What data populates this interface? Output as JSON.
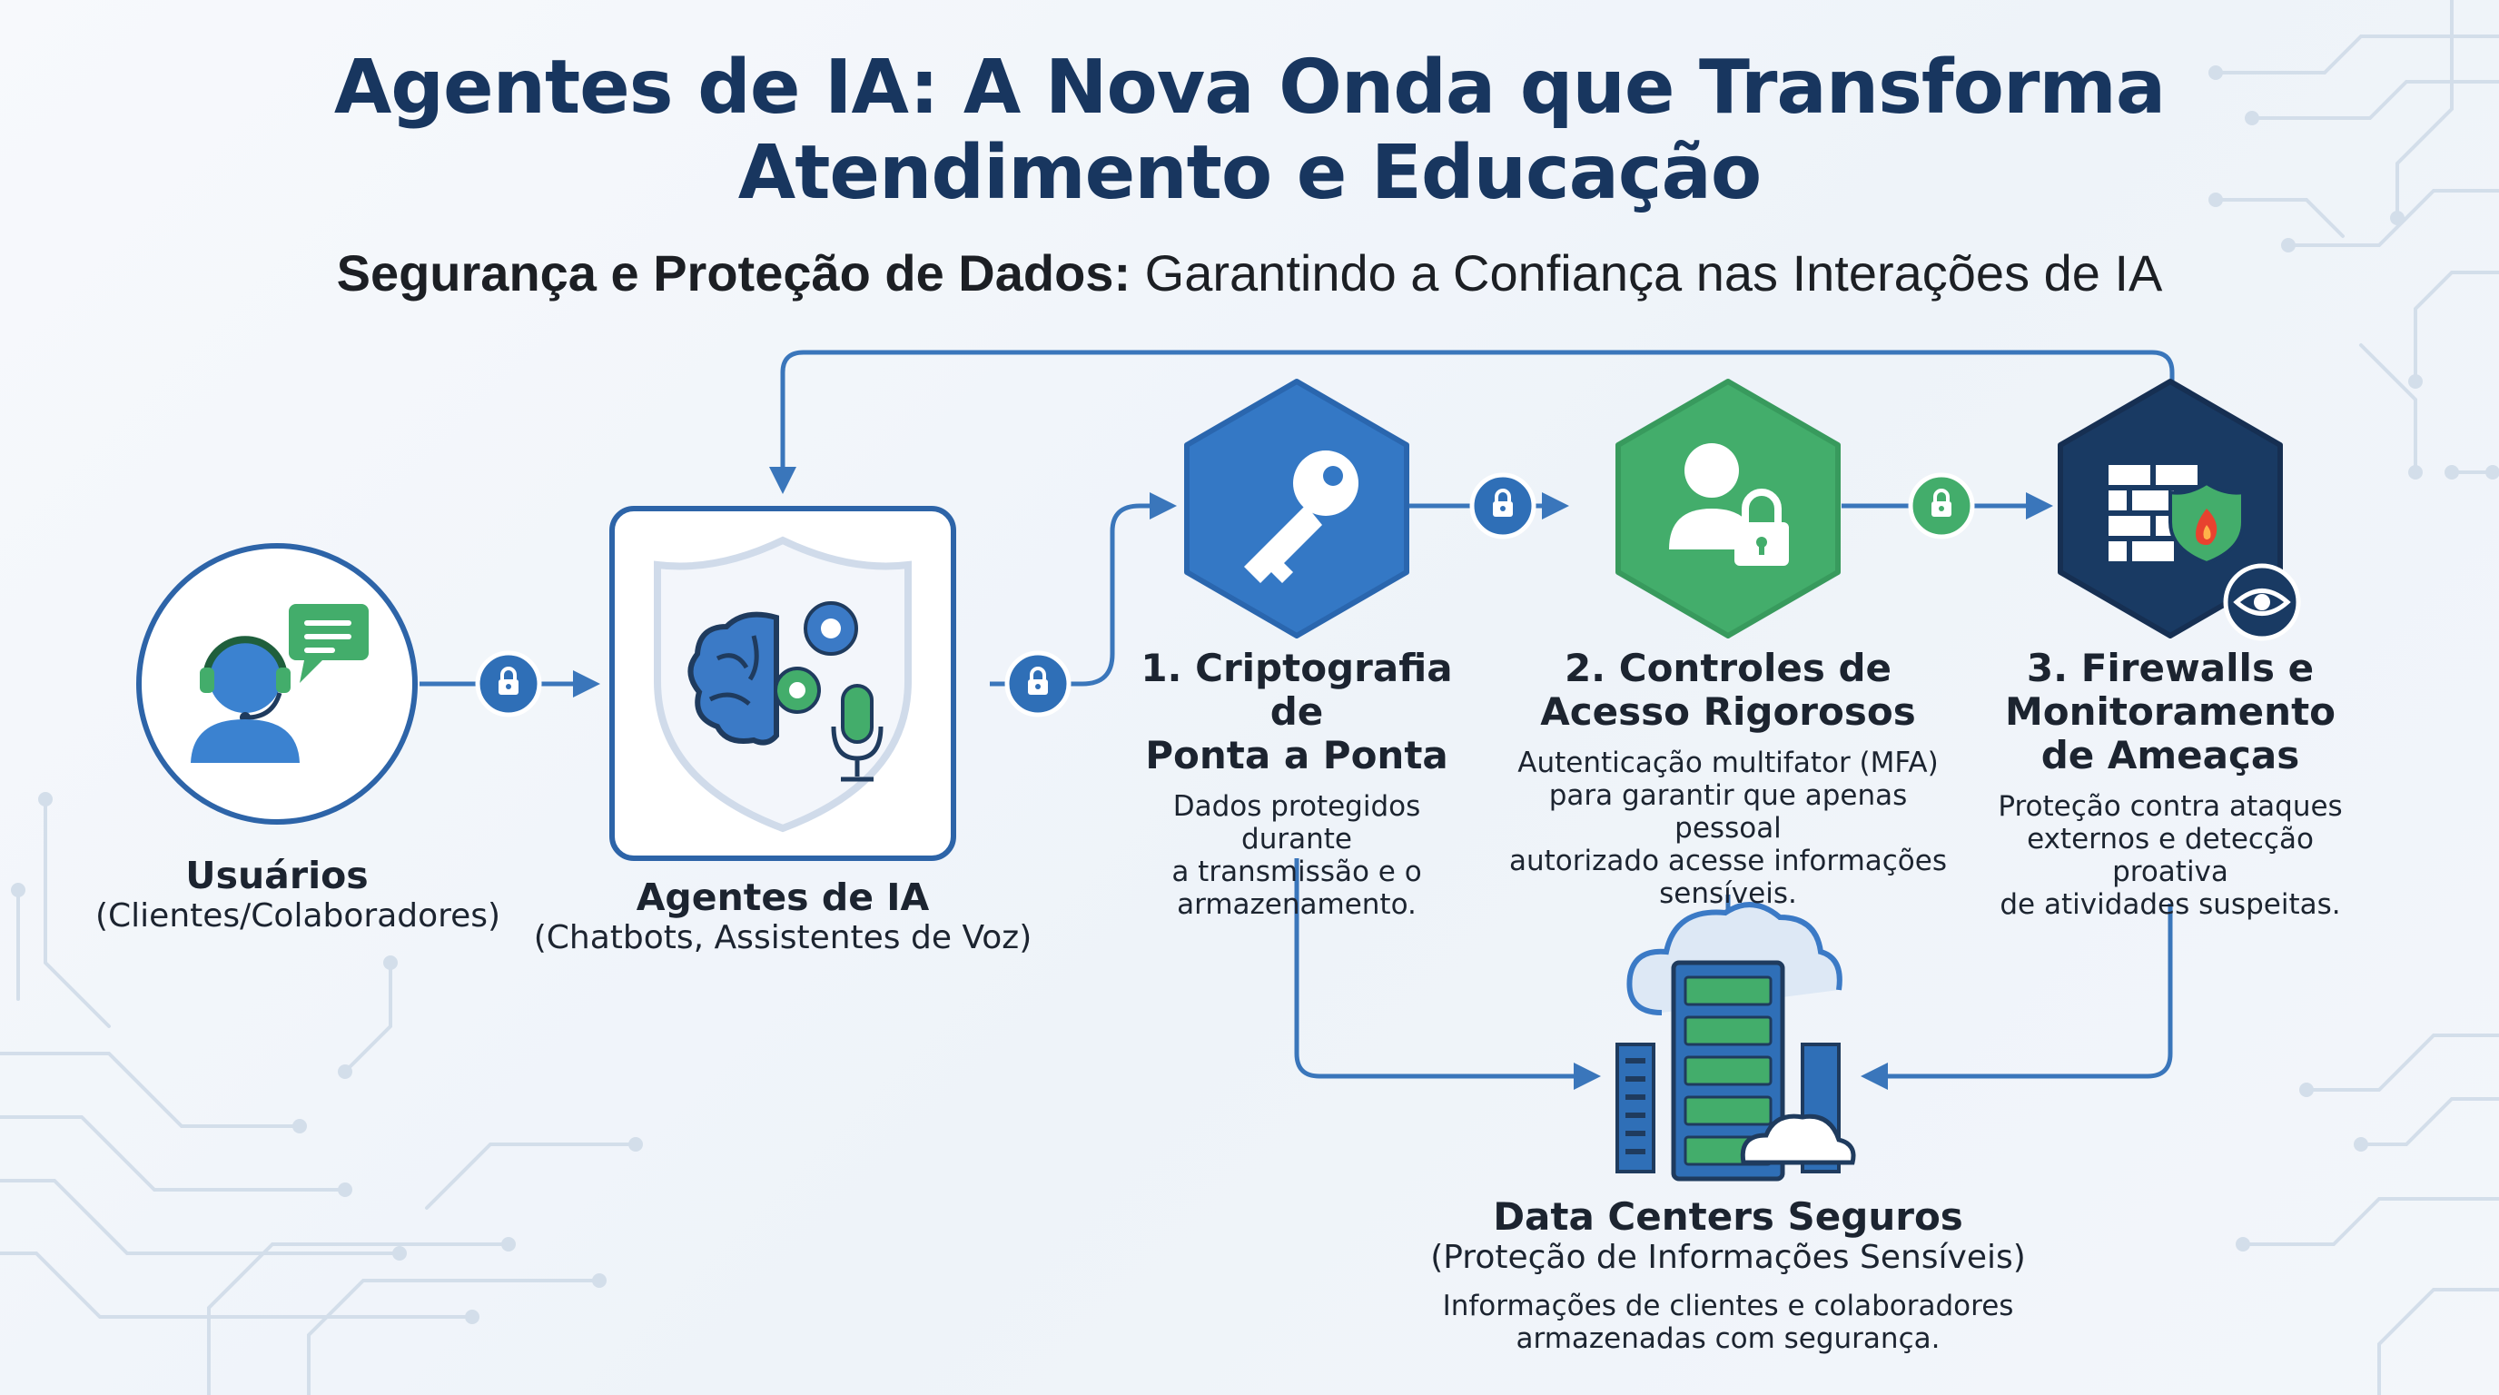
{
  "title_line1": "Agentes de IA: A Nova Onda que Transforma",
  "title_line2": "Atendimento e Educação",
  "subtitle_bold": "Segurança e Proteção de Dados:",
  "subtitle_rest": "Garantindo a Confiança nas Interações de IA",
  "colors": {
    "navy": "#18365f",
    "blue": "#3478c5",
    "green": "#43ad6b",
    "dark_navy": "#193a63",
    "line": "#3a76bb"
  },
  "nodes": {
    "users": {
      "title": "Usuários",
      "subtitle": "(Clientes/Colaboradores)",
      "icon": "headset-user-icon"
    },
    "agents": {
      "title": "Agentes de IA",
      "subtitle": "(Chatbots, Assistentes de Voz)",
      "icon": "brain-shield-icon"
    },
    "datacenter": {
      "title": "Data Centers Seguros",
      "subtitle": "(Proteção de Informações Sensíveis)",
      "desc_line1": "Informações de clientes e colaboradores",
      "desc_line2": "armazenadas com segurança.",
      "icon": "server-cloud-icon"
    }
  },
  "steps": [
    {
      "title_line1": "1. Criptografia de",
      "title_line2": "Ponta a Ponta",
      "desc_line1": "Dados protegidos durante",
      "desc_line2": "a transmissão e o",
      "desc_line3": "armazenamento.",
      "icon": "key-icon"
    },
    {
      "title_line1": "2. Controles de",
      "title_line2": "Acesso Rigorosos",
      "desc_line1": "Autenticação multifator (MFA)",
      "desc_line2": "para garantir que apenas pessoal",
      "desc_line3": "autorizado acesse informações",
      "desc_line4": "sensíveis.",
      "icon": "user-lock-icon"
    },
    {
      "title_line1": "3. Firewalls e",
      "title_line2": "Monitoramento",
      "title_line3": "de Ameaças",
      "desc_line1": "Proteção contra ataques",
      "desc_line2": "externos e detecção proativa",
      "desc_line3": "de atividades suspeitas.",
      "icon": "firewall-shield-icon"
    }
  ]
}
